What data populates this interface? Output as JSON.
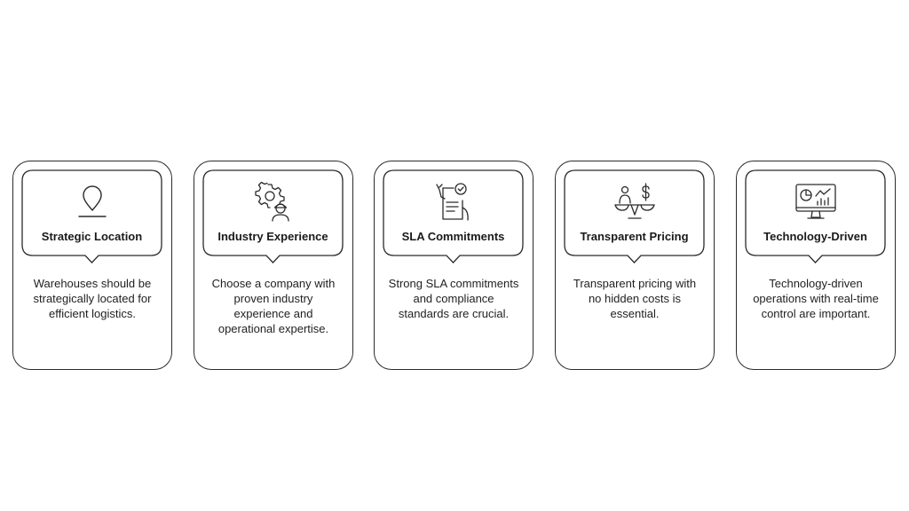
{
  "cards": [
    {
      "icon": "location-pin-icon",
      "title": "Strategic Location",
      "description": "Warehouses should be strategically located for efficient logistics."
    },
    {
      "icon": "gear-worker-icon",
      "title": "Industry Experience",
      "description": "Choose a company with proven industry experience and operational expertise."
    },
    {
      "icon": "checklist-document-icon",
      "title": "SLA Commitments",
      "description": "Strong SLA commitments and compliance standards are crucial."
    },
    {
      "icon": "balance-scale-dollar-icon",
      "title": "Transparent Pricing",
      "description": "Transparent pricing with no hidden costs is essential."
    },
    {
      "icon": "monitor-analytics-icon",
      "title": "Technology-Driven",
      "description": "Technology-driven operations with real-time control are important."
    }
  ]
}
